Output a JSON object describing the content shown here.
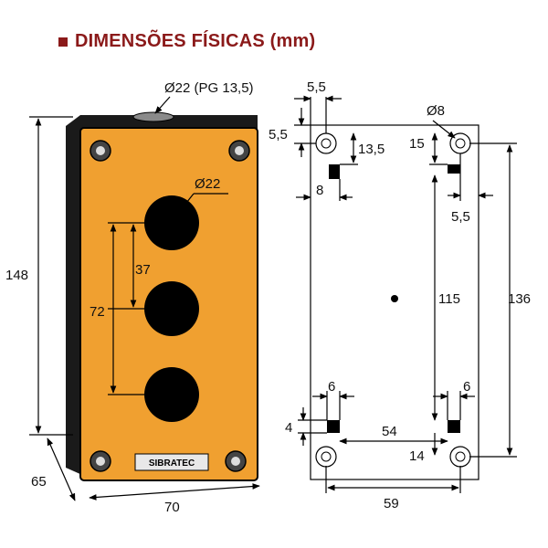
{
  "title": "DIMENSÕES FÍSICAS (mm)",
  "colors": {
    "title": "#8b1a1a",
    "housing": "#f0a030",
    "housing_side": "#1a1a1a"
  },
  "front_view": {
    "gland": "Ø22 (PG 13,5)",
    "hole_diameter": "Ø22",
    "height": "148",
    "depth": "65",
    "width": "70",
    "pitch": "37",
    "span": "72",
    "brand": "SIBRATEC"
  },
  "back_view": {
    "top_offset_x": "5,5",
    "top_offset_y": "5,5",
    "mount_hole": "Ø8",
    "slot_y_left": "13,5",
    "slot_y_right": "15",
    "slot_x_left": "8",
    "slot_x_right": "5,5",
    "inner_height": "115",
    "outer_height": "136",
    "bottom_slot_left": "6",
    "bottom_slot_right": "6",
    "bottom_slot_h": "4",
    "bottom_span": "54",
    "bottom_right_y": "14",
    "hole_span": "59"
  }
}
